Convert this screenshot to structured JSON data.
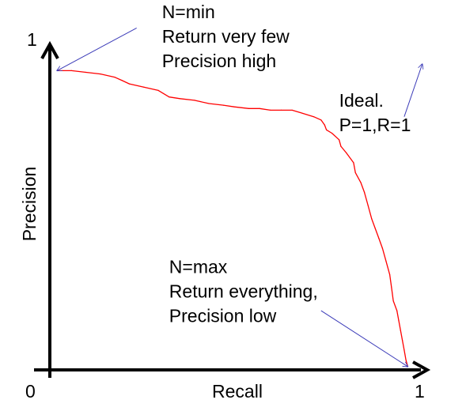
{
  "chart_data": {
    "type": "line",
    "title": "",
    "xlabel": "Recall",
    "ylabel": "Precision",
    "xlim": [
      0,
      1
    ],
    "ylim": [
      0,
      1
    ],
    "grid": false,
    "legend": "none",
    "ticks": {
      "origin": "0",
      "x_max": "1",
      "y_max": "1"
    },
    "series": [
      {
        "color": "#ff0000",
        "x": [
          0.02,
          0.06,
          0.1,
          0.14,
          0.18,
          0.2,
          0.22,
          0.26,
          0.3,
          0.33,
          0.36,
          0.4,
          0.44,
          0.48,
          0.51,
          0.55,
          0.58,
          0.61,
          0.64,
          0.67,
          0.7,
          0.73,
          0.75,
          0.76,
          0.765,
          0.78,
          0.8,
          0.805,
          0.82,
          0.84,
          0.845,
          0.86,
          0.87,
          0.88,
          0.89,
          0.9,
          0.91,
          0.92,
          0.93,
          0.94,
          0.945,
          0.95,
          0.96,
          0.965,
          0.97,
          0.975,
          0.98,
          0.985,
          0.99
        ],
        "y": [
          0.91,
          0.91,
          0.905,
          0.9,
          0.89,
          0.88,
          0.87,
          0.86,
          0.85,
          0.83,
          0.825,
          0.82,
          0.81,
          0.805,
          0.8,
          0.795,
          0.795,
          0.79,
          0.79,
          0.79,
          0.78,
          0.77,
          0.76,
          0.745,
          0.73,
          0.72,
          0.7,
          0.68,
          0.66,
          0.63,
          0.6,
          0.57,
          0.54,
          0.5,
          0.46,
          0.43,
          0.4,
          0.37,
          0.33,
          0.29,
          0.25,
          0.21,
          0.18,
          0.15,
          0.12,
          0.09,
          0.06,
          0.03,
          0.01
        ]
      }
    ],
    "annotations": [
      {
        "id": "min",
        "lines": [
          "N=min",
          "Return very few",
          "Precision high"
        ],
        "anchor": {
          "x": 0.31,
          "y": 1.07
        },
        "arrow": {
          "color": "#3b3bb8",
          "from": {
            "x": 0.24,
            "y": 1.04
          },
          "to": {
            "x": 0.02,
            "y": 0.91
          }
        }
      },
      {
        "id": "ideal",
        "lines": [
          "Ideal.",
          "P=1,R=1"
        ],
        "anchor": {
          "x": 0.8,
          "y": 0.8
        },
        "arrow": {
          "color": "#3b3bb8",
          "from": {
            "x": 0.98,
            "y": 0.77
          },
          "to": {
            "x": 1.03,
            "y": 0.93
          }
        }
      },
      {
        "id": "max",
        "lines": [
          "N=max",
          "Return everything,",
          "Precision low"
        ],
        "anchor": {
          "x": 0.33,
          "y": 0.295
        },
        "arrow": {
          "color": "#3b3bb8",
          "from": {
            "x": 0.75,
            "y": 0.18
          },
          "to": {
            "x": 0.99,
            "y": 0.01
          }
        }
      }
    ]
  }
}
